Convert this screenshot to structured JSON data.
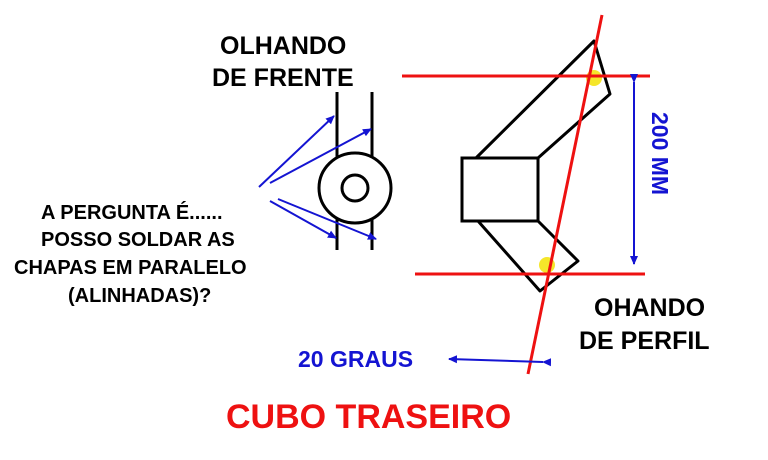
{
  "labels": {
    "front_view_line1": "OLHANDO",
    "front_view_line2": "DE FRENTE",
    "question_line1": "A PERGUNTA É......",
    "question_line2": "POSSO SOLDAR AS",
    "question_line3": "CHAPAS EM PARALELO",
    "question_line4": "(ALINHADAS)?",
    "profile_view_line1": "OHANDO",
    "profile_view_line2": "DE PERFIL",
    "dimension": "200 MM",
    "angle": "20 GRAUS",
    "title": "CUBO TRASEIRO"
  },
  "colors": {
    "ink": "#000000",
    "reference_lines": "#ee1111",
    "annotation": "#1414d2",
    "contact_point": "#f5e62a",
    "title": "#ee1111"
  }
}
